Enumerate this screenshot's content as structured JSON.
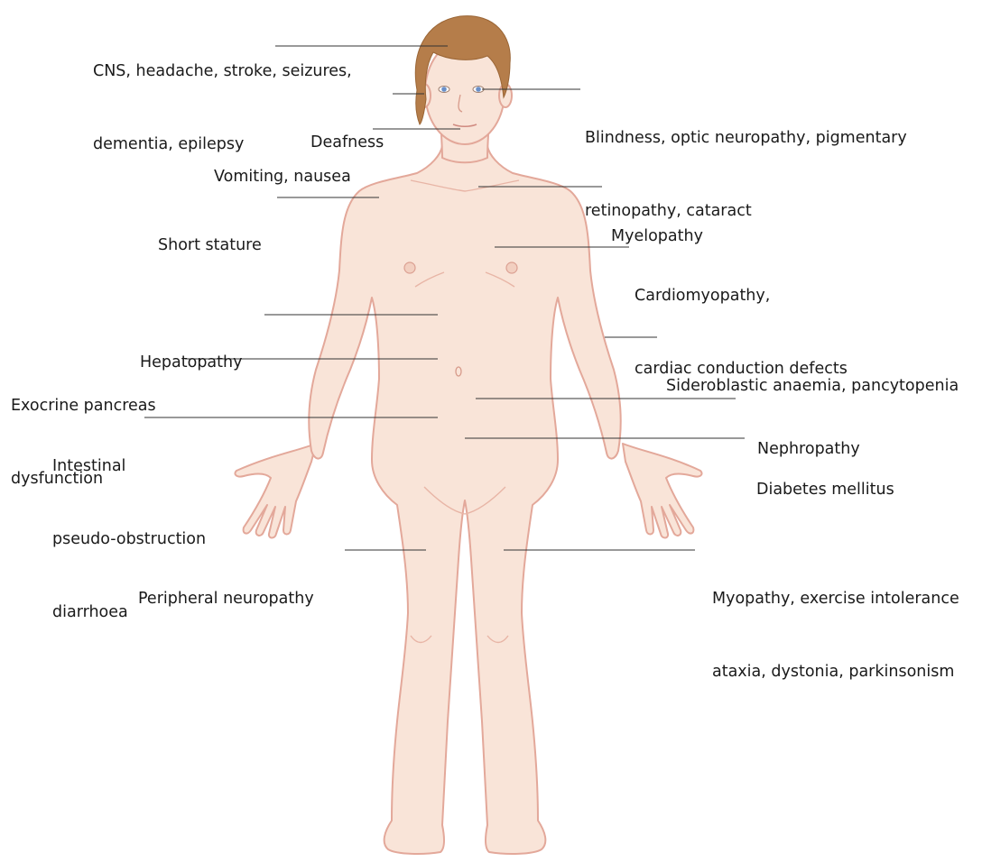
{
  "colors": {
    "skin": "#f9e4d8",
    "outline": "#e3a89a",
    "hair": "#b57d4a",
    "leader": "#333333",
    "text": "#1a1a1a"
  },
  "labels": {
    "cns": [
      "CNS, headache, stroke, seizures,",
      "dementia, epilepsy"
    ],
    "deafness": [
      "Deafness"
    ],
    "vomiting": [
      "Vomiting, nausea"
    ],
    "blindness": [
      "Blindness, optic neuropathy, pigmentary",
      "retinopathy, cataract"
    ],
    "short_stature": [
      "Short stature"
    ],
    "myelopathy": [
      "Myelopathy"
    ],
    "cardiomyopathy": [
      "Cardiomyopathy,",
      "cardiac conduction defects"
    ],
    "hepatopathy": [
      "Hepatopathy"
    ],
    "sideroblastic": [
      "Sideroblastic anaemia, pancytopenia"
    ],
    "exocrine": [
      "Exocrine pancreas",
      "dysfunction"
    ],
    "nephropathy": [
      "Nephropathy"
    ],
    "intestinal": [
      "Intestinal",
      "pseudo-obstruction",
      "diarrhoea"
    ],
    "diabetes": [
      "Diabetes mellitus"
    ],
    "peripheral": [
      "Peripheral neuropathy"
    ],
    "myopathy": [
      "Myopathy, exercise intolerance",
      "ataxia, dystonia, parkinsonism"
    ]
  }
}
